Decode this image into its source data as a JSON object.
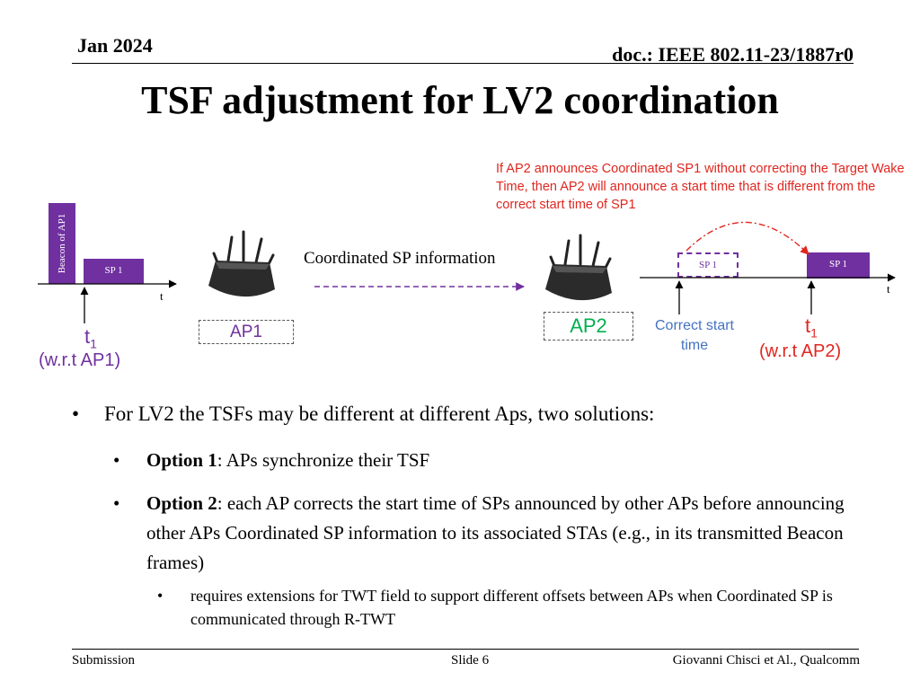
{
  "header": {
    "date": "Jan 2024",
    "doc": "doc.: IEEE 802.11-23/1887r0"
  },
  "title": "TSF adjustment for LV2 coordination",
  "diagram": {
    "note": "If AP2 announces Coordinated SP1 without correcting the Target Wake Time, then AP2 will announce a start time that is different from the correct start time of SP1",
    "beacon_label": "Beacon of AP1",
    "sp_label": "SP 1",
    "axis_label": "t",
    "t1_left_symbol": "t",
    "t1_left_sub": "1",
    "t1_left_ref": "(w.r.t AP1)",
    "ap1_label": "AP1",
    "arrow_label": "Coordinated SP information",
    "ap2_label": "AP2",
    "correct_start": "Correct start time",
    "t1_right_symbol": "t",
    "t1_right_sub": "1",
    "t1_right_ref": "(w.r.t AP2)",
    "colors": {
      "sp_fill": "#7030a0",
      "note": "#e0261f",
      "ap2": "#00b050",
      "correct_start": "#4472c4"
    }
  },
  "bullets": {
    "main": "For LV2 the TSFs may be different at different Aps, two solutions:",
    "option1_bold": "Option 1",
    "option1_text": ": APs synchronize their TSF",
    "option2_bold": "Option 2",
    "option2_text": ": each AP corrects the start time of SPs announced by other APs before announcing other APs Coordinated SP information to its associated STAs (e.g., in its transmitted Beacon frames)",
    "sub": "requires extensions for TWT field to support different offsets between APs when Coordinated SP is communicated through R-TWT"
  },
  "footer": {
    "left": "Submission",
    "center": "Slide 6",
    "right": "Giovanni Chisci et Al., Qualcomm"
  }
}
